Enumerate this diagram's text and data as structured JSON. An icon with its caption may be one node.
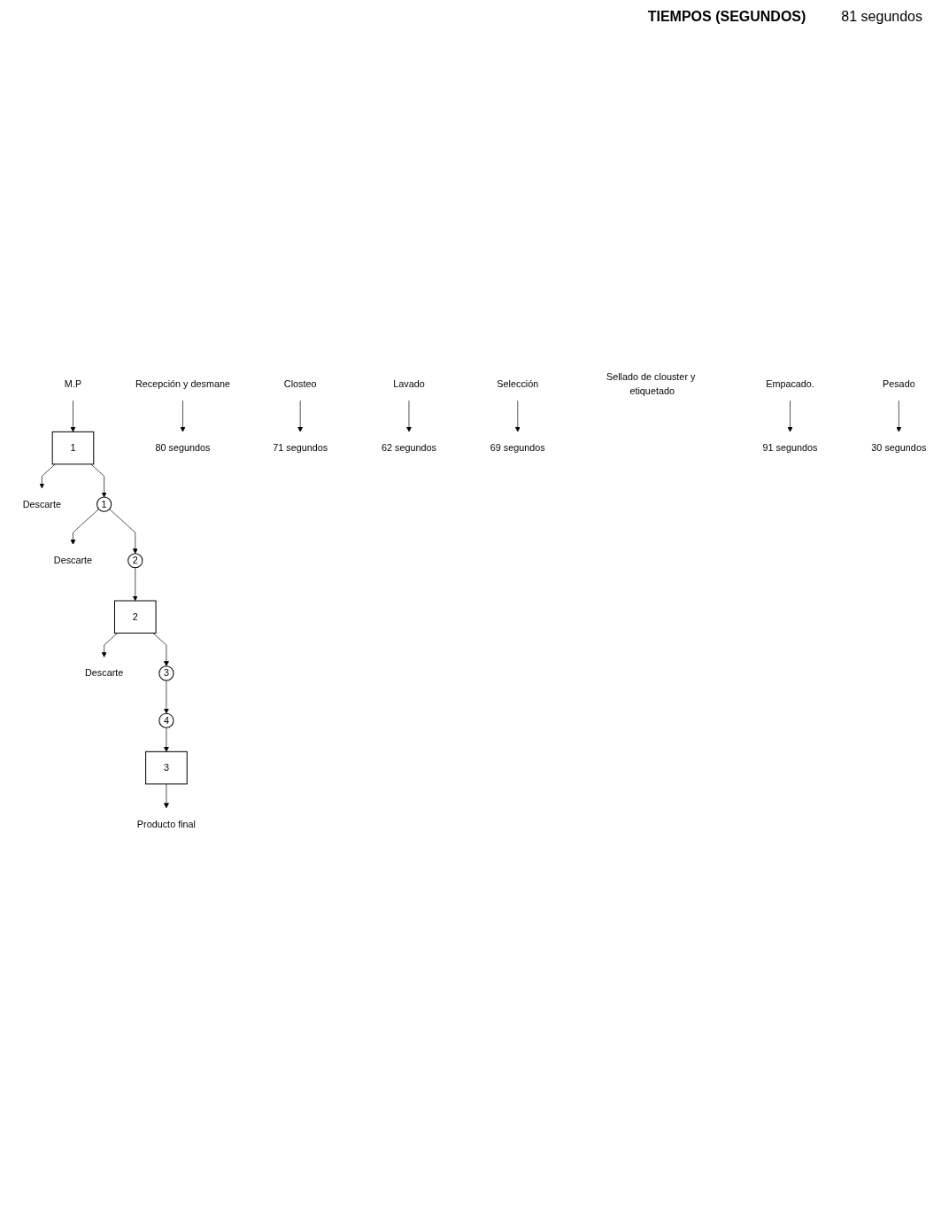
{
  "diagram": {
    "nodes": [
      {
        "text": [
          "M.P"
        ]
      },
      {
        "text": [
          "1"
        ]
      },
      {
        "text": [
          "Recepción y desmane"
        ]
      },
      {
        "text": [
          "80 segundos"
        ]
      },
      {
        "text": [
          "Descarte"
        ]
      },
      {
        "text": [
          "1"
        ]
      },
      {
        "text": [
          "Closteo"
        ]
      },
      {
        "text": [
          "71 segundos"
        ]
      },
      {
        "text": [
          "Descarte"
        ]
      },
      {
        "text": [
          "2"
        ]
      },
      {
        "text": [
          "Lavado"
        ]
      },
      {
        "text": [
          "62 segundos"
        ]
      },
      {
        "text": [
          "2"
        ]
      },
      {
        "text": [
          "Selección"
        ]
      },
      {
        "text": [
          "69 segundos"
        ]
      },
      {
        "text": [
          "Descarte"
        ]
      },
      {
        "text": [
          "3"
        ]
      },
      {
        "text": [
          "Sellado de clouster y etiquetado"
        ]
      },
      {
        "text": [
          "4"
        ]
      },
      {
        "text": [
          "Empacado."
        ]
      },
      {
        "text": [
          "91 segundos"
        ]
      },
      {
        "text": [
          "3"
        ]
      },
      {
        "text": [
          "Pesado"
        ]
      },
      {
        "text": [
          "30 segundos"
        ]
      },
      {
        "text": [
          "Producto final"
        ]
      }
    ],
    "edges": [
      {
        "from": 0,
        "to": 1,
        "arrow": "to"
      },
      {
        "from": 2,
        "to": 3,
        "arrow": "to"
      },
      {
        "from": 1,
        "to": 5,
        "arrow": "to"
      },
      {
        "from": 1,
        "to": 4,
        "arrow": "to"
      },
      {
        "from": 6,
        "to": 7,
        "arrow": "to"
      },
      {
        "from": 5,
        "to": 9,
        "arrow": "to"
      },
      {
        "from": 5,
        "to": 8,
        "arrow": "to"
      },
      {
        "from": 10,
        "to": 11,
        "arrow": "to"
      },
      {
        "from": 9,
        "to": 12,
        "arrow": "to"
      },
      {
        "from": 13,
        "to": 14,
        "arrow": "to"
      },
      {
        "from": 12,
        "to": 16,
        "arrow": "to"
      },
      {
        "from": 12,
        "to": 15,
        "arrow": "to"
      },
      {
        "from": 16,
        "to": 18,
        "arrow": "to"
      },
      {
        "from": 19,
        "to": 20,
        "arrow": "to"
      },
      {
        "from": 18,
        "to": 21,
        "arrow": "to"
      },
      {
        "from": 22,
        "to": 23,
        "arrow": "to"
      },
      {
        "from": 21,
        "to": 24,
        "arrow": "to"
      }
    ],
    "labels": [
      "TIEMPOS (SEGUNDOS)",
      "81 segundos"
    ]
  }
}
